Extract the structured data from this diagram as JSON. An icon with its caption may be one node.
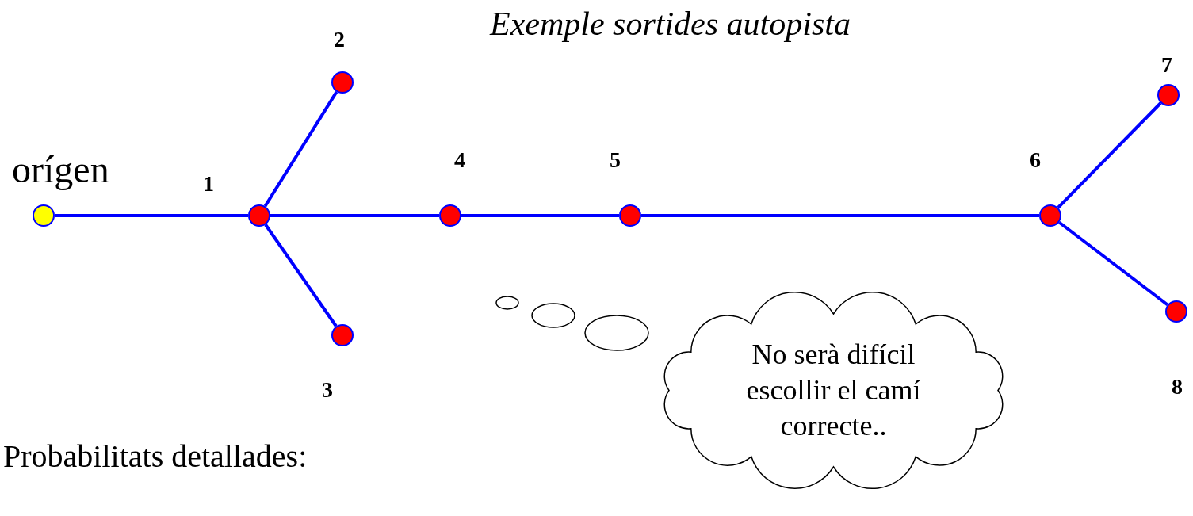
{
  "diagram": {
    "title": "Exemple sortides autopista",
    "nodes": [
      {
        "text": [],
        "shape": "circle",
        "beside": [
          "orígen"
        ]
      },
      {
        "text": [],
        "shape": "circle",
        "beside": [
          "1"
        ]
      },
      {
        "text": [],
        "shape": "circle",
        "beside": [
          "2"
        ]
      },
      {
        "text": [],
        "shape": "circle",
        "beside": [
          "3"
        ]
      },
      {
        "text": [],
        "shape": "circle",
        "beside": [
          "4"
        ]
      },
      {
        "text": [],
        "shape": "circle",
        "beside": [
          "5"
        ]
      },
      {
        "text": [],
        "shape": "circle",
        "beside": [
          "6"
        ]
      },
      {
        "text": [],
        "shape": "circle",
        "beside": [
          "7"
        ]
      },
      {
        "text": [],
        "shape": "circle",
        "beside": [
          "8"
        ]
      },
      {
        "text": [
          "No serà difícil escollir el camí correcte.."
        ]
      }
    ],
    "edges": [
      {
        "from": 0,
        "to": 1,
        "arrow": "none"
      },
      {
        "from": 1,
        "to": 2,
        "arrow": "none"
      },
      {
        "from": 1,
        "to": 3,
        "arrow": "none"
      },
      {
        "from": 1,
        "to": 4,
        "arrow": "none"
      },
      {
        "from": 4,
        "to": 5,
        "arrow": "none"
      },
      {
        "from": 5,
        "to": 6,
        "arrow": "none"
      },
      {
        "from": 6,
        "to": 7,
        "arrow": "none"
      },
      {
        "from": 6,
        "to": 8,
        "arrow": "none"
      }
    ],
    "labels": [
      "Probabilitats detallades:"
    ]
  }
}
